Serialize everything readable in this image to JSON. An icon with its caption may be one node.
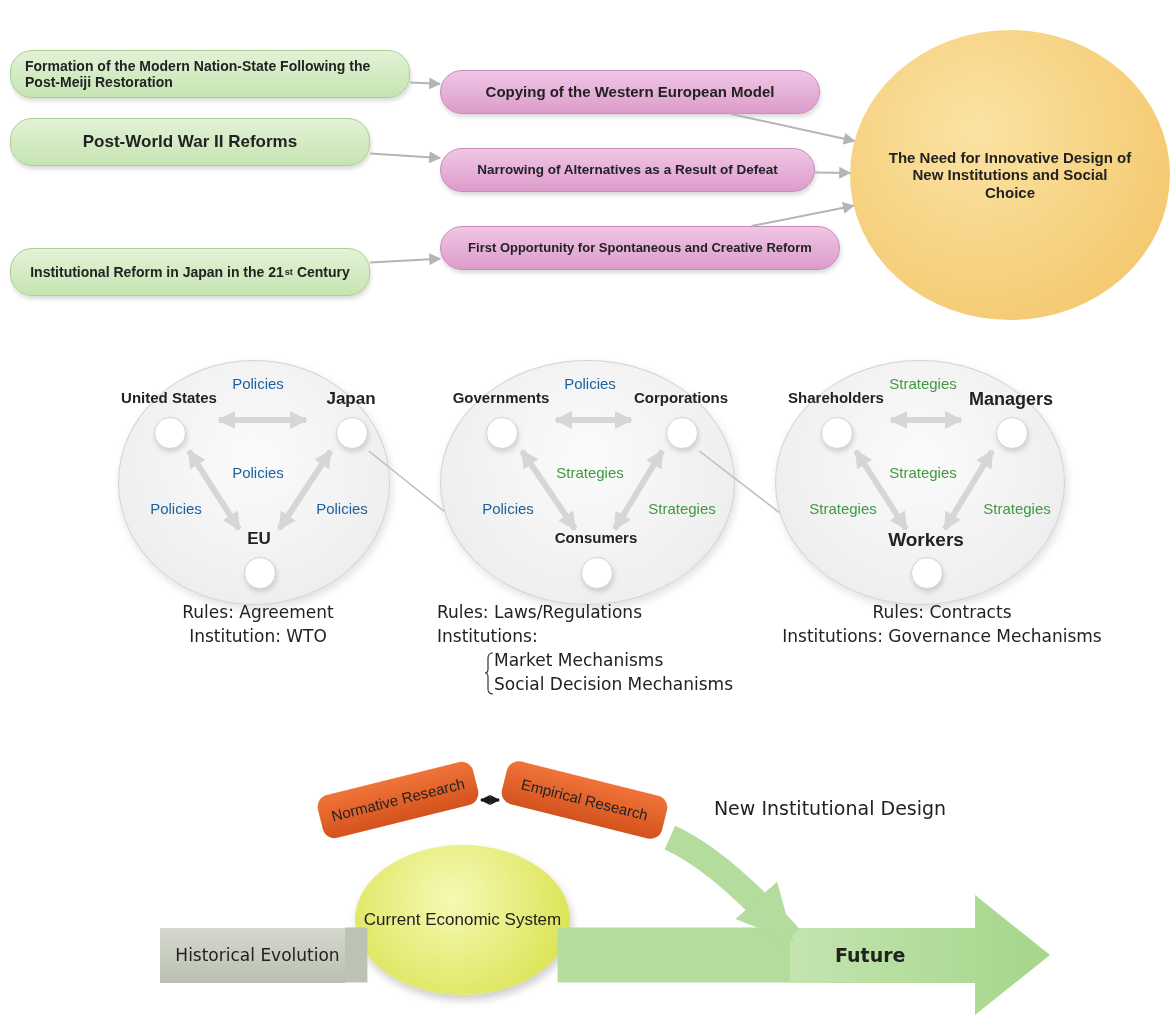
{
  "diagram": {
    "nodes": [
      {
        "text": [
          "Formation of the Modern Nation-State Following the Post-Meiji Restoration"
        ]
      },
      {
        "text": [
          "Post-World War II Reforms"
        ]
      },
      {
        "text": [
          "Institutional Reform in Japan in the 21$^{st}$ Century"
        ]
      },
      {
        "text": [
          "Copying of the Western European Model"
        ]
      },
      {
        "text": [
          "Narrowing of Alternatives as a Result of Defeat"
        ]
      },
      {
        "text": [
          "First Opportunity for Spontaneous and Creative Reform"
        ]
      },
      {
        "text": [
          "The Need for Innovative Design of New Institutions and Social Choice"
        ]
      },
      {
        "text": [],
        "shape": "circle",
        "beside": [
          "Rules: Agreement",
          "Institution: WTO"
        ]
      },
      {
        "text": [
          "United States"
        ],
        "in": 7
      },
      {
        "text": [
          "Japan"
        ],
        "in": 7
      },
      {
        "text": [
          "EU"
        ],
        "in": 7
      },
      {
        "text": [],
        "shape": "circle",
        "beside": [
          "Rules: Laws/Regulations",
          "Institutions:",
          "Market Mechanisms",
          "Social Decision Mechanisms"
        ]
      },
      {
        "text": [
          "Governments"
        ],
        "in": 11
      },
      {
        "text": [
          "Corporations"
        ],
        "in": 11
      },
      {
        "text": [
          "Consumers"
        ],
        "in": 11
      },
      {
        "text": [],
        "shape": "circle",
        "beside": [
          "Rules: Contracts",
          "Institutions: Governance Mechanisms"
        ]
      },
      {
        "text": [
          "Shareholders"
        ],
        "in": 15
      },
      {
        "text": [
          "Managers"
        ],
        "in": 15
      },
      {
        "text": [
          "Workers"
        ],
        "in": 15
      },
      {
        "text": [
          "Historical Evolution"
        ]
      },
      {
        "text": [
          "Current Economic System"
        ]
      },
      {
        "text": [
          "Normative Research"
        ]
      },
      {
        "text": [
          "Empirical Research"
        ]
      },
      {
        "text": [
          "Future"
        ]
      }
    ],
    "edges": [
      {
        "from": 0,
        "to": 3,
        "arrow": "to"
      },
      {
        "from": 1,
        "to": 4,
        "arrow": "to"
      },
      {
        "from": 2,
        "to": 5,
        "arrow": "to"
      },
      {
        "from": 3,
        "to": 6,
        "arrow": "to"
      },
      {
        "from": 4,
        "to": 6,
        "arrow": "to"
      },
      {
        "from": 5,
        "to": 6,
        "arrow": "to"
      },
      {
        "from": 8,
        "to": 9,
        "arrow": "both",
        "label": "Policies"
      },
      {
        "from": 8,
        "to": 10,
        "arrow": "both",
        "label": "Policies"
      },
      {
        "from": 9,
        "to": 10,
        "arrow": "both",
        "label": "Policies"
      },
      {
        "from": 9,
        "to": 11,
        "arrow": "none"
      },
      {
        "from": 12,
        "to": 13,
        "arrow": "both",
        "label": "Policies"
      },
      {
        "from": 12,
        "to": 14,
        "arrow": "both",
        "label": "Policies"
      },
      {
        "from": 13,
        "to": 14,
        "arrow": "both",
        "label": "Strategies"
      },
      {
        "from": 13,
        "to": 15,
        "arrow": "none"
      },
      {
        "from": 16,
        "to": 17,
        "arrow": "both",
        "label": "Strategies"
      },
      {
        "from": 16,
        "to": 18,
        "arrow": "both",
        "label": "Strategies"
      },
      {
        "from": 17,
        "to": 18,
        "arrow": "both",
        "label": "Strategies"
      },
      {
        "from": 19,
        "to": 20,
        "arrow": "none",
        "style": "thick",
        "color": "#bcc3b4"
      },
      {
        "from": 20,
        "to": 23,
        "arrow": "none",
        "style": "thick",
        "color": "#b4dc9c"
      },
      {
        "from": 21,
        "to": 22,
        "arrow": "both",
        "color": "#1a1a1a"
      },
      {
        "from": 22,
        "to": 23,
        "arrow": "to",
        "label": "New Institutional Design",
        "style": "thick",
        "color": "#b4dc9c"
      }
    ],
    "labels": [
      "Policies",
      "Strategies",
      "Strategies"
    ]
  }
}
